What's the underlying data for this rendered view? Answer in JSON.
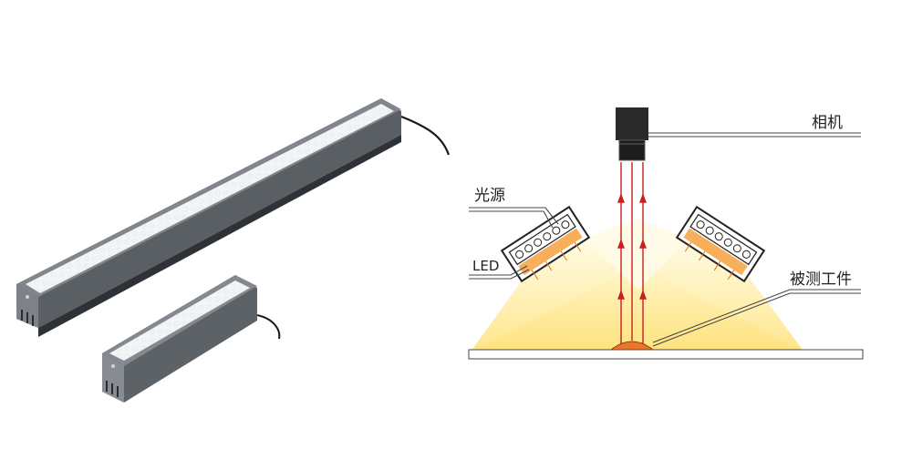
{
  "diagram": {
    "labels": {
      "camera": "相机",
      "light_source": "光源",
      "led": "LED",
      "workpiece": "被测工件"
    },
    "colors": {
      "background": "#ffffff",
      "light_beam": "#fff3a0",
      "light_core": "#ffd86a",
      "led_glow": "#f6a64a",
      "ray": "#c82020",
      "workpiece": "#e8772e",
      "camera": "#2a2a2a",
      "housing": "#6e6e6e",
      "leader_line": "#444444"
    },
    "icons": [
      "led-bar-light-long",
      "led-bar-light-short",
      "camera-icon",
      "led-light-source-icon"
    ]
  }
}
